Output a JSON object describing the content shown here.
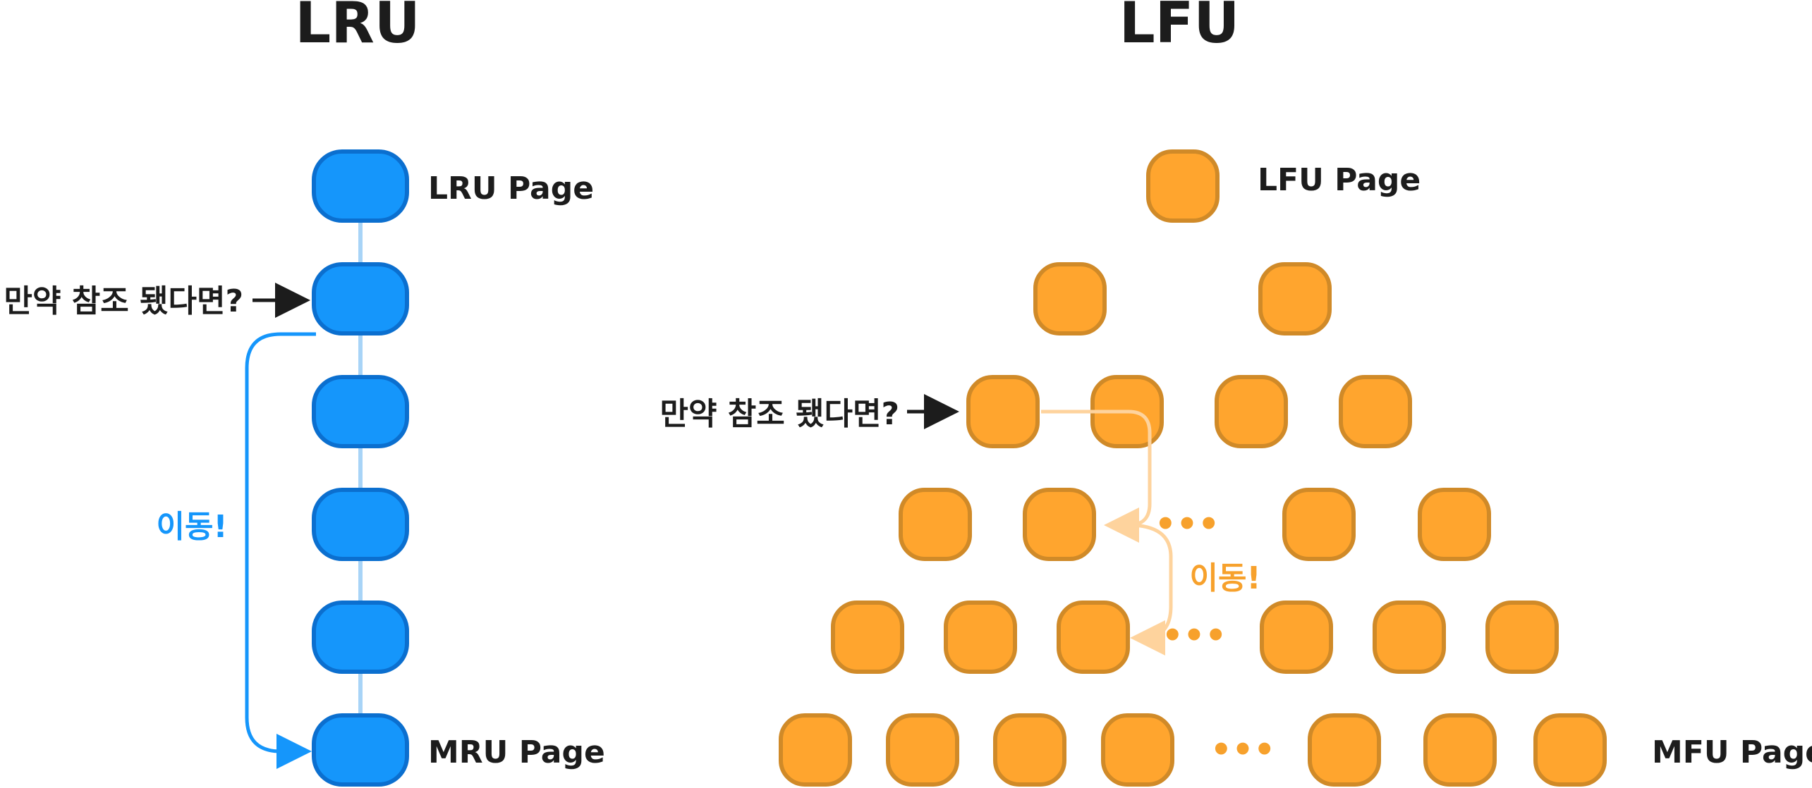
{
  "colors": {
    "lru_fill": "#1596fb",
    "lru_stroke": "#0b6fcf",
    "lru_connector": "#a8d4f7",
    "lru_arrow": "#1596fb",
    "lfu_fill": "#ffa52e",
    "lfu_stroke": "#d08a28",
    "lfu_path": "#fed39d",
    "lfu_accent": "#f7a12c",
    "text": "#1c1c1c"
  },
  "lru": {
    "title": "LRU",
    "top_label": "LRU Page",
    "bottom_label": "MRU Page",
    "question": "만약 참조 됐다면?",
    "move_label": "이동!",
    "node_count": 6
  },
  "lfu": {
    "title": "LFU",
    "top_label": "LFU Page",
    "bottom_label": "MFU Page",
    "question": "만약 참조 됐다면?",
    "move_label": "이동!",
    "ellipsis": "•••",
    "ellipsis_count": 3
  }
}
